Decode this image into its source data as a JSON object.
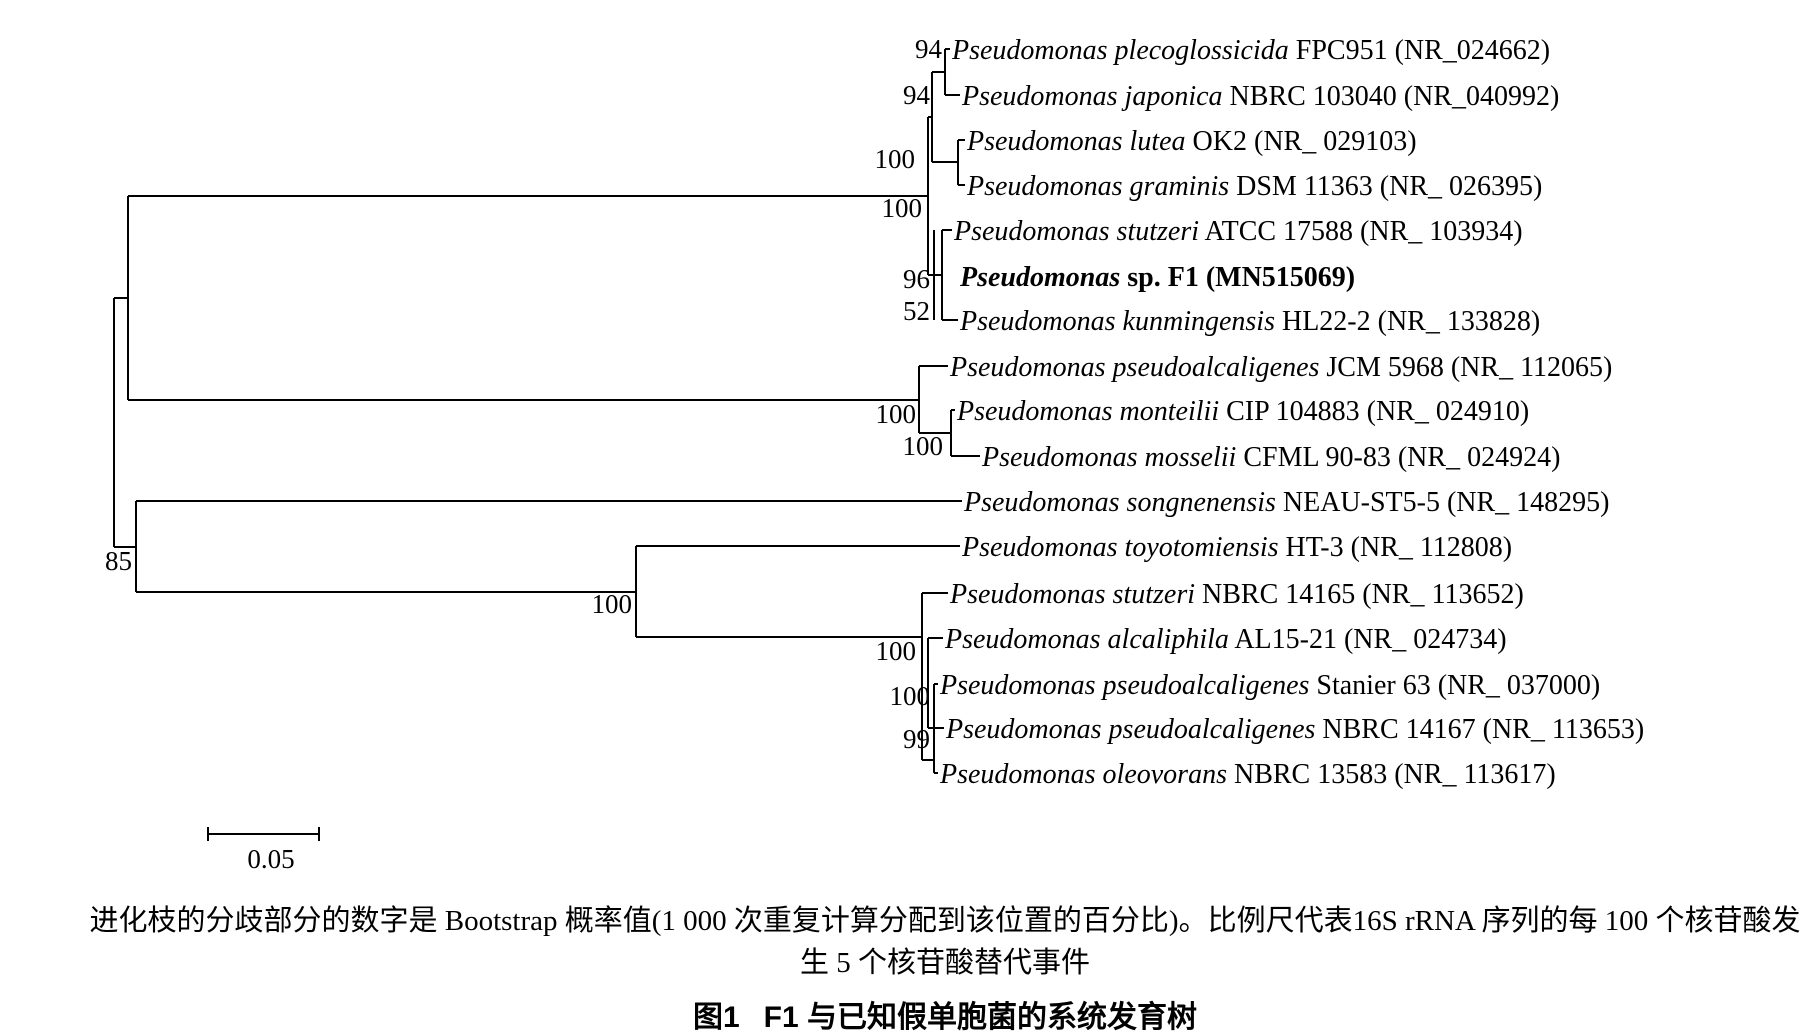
{
  "taxa": [
    {
      "genus": "Pseudomonas",
      "epithet": "plecoglossicida",
      "strain": "FPC951 (NR_024662)",
      "bold": false
    },
    {
      "genus": "Pseudomonas",
      "epithet": "japonica",
      "strain": "NBRC 103040 (NR_040992)",
      "bold": false
    },
    {
      "genus": "Pseudomonas",
      "epithet": "lutea",
      "strain": "OK2 (NR_ 029103)",
      "bold": false
    },
    {
      "genus": "Pseudomonas",
      "epithet": "graminis",
      "strain": "DSM 11363 (NR_ 026395)",
      "bold": false
    },
    {
      "genus": "Pseudomonas",
      "epithet": "stutzeri",
      "strain": "ATCC 17588 (NR_ 103934)",
      "bold": false
    },
    {
      "genus": "Pseudomonas",
      "epithet": "",
      "strain": "sp. F1 (MN515069)",
      "bold": true
    },
    {
      "genus": "Pseudomonas",
      "epithet": "kunmingensis",
      "strain": "HL22-2 (NR_ 133828)",
      "bold": false
    },
    {
      "genus": "Pseudomonas",
      "epithet": "pseudoalcaligenes",
      "strain": "JCM 5968 (NR_ 112065)",
      "bold": false
    },
    {
      "genus": "Pseudomonas",
      "epithet": "monteilii",
      "strain": "CIP 104883 (NR_ 024910)",
      "bold": false
    },
    {
      "genus": "Pseudomonas",
      "epithet": "mosselii",
      "strain": "CFML 90-83 (NR_ 024924)",
      "bold": false
    },
    {
      "genus": "Pseudomonas",
      "epithet": "songnenensis",
      "strain": "NEAU-ST5-5 (NR_ 148295)",
      "bold": false
    },
    {
      "genus": "Pseudomonas",
      "epithet": "toyotomiensis",
      "strain": "HT-3 (NR_ 112808)",
      "bold": false
    },
    {
      "genus": "Pseudomonas",
      "epithet": "stutzeri",
      "strain": "NBRC 14165 (NR_ 113652)",
      "bold": false
    },
    {
      "genus": "Pseudomonas",
      "epithet": "alcaliphila",
      "strain": "AL15-21 (NR_ 024734)",
      "bold": false
    },
    {
      "genus": "Pseudomonas",
      "epithet": "pseudoalcaligenes",
      "strain": "Stanier 63 (NR_ 037000)",
      "bold": false
    },
    {
      "genus": "Pseudomonas",
      "epithet": "pseudoalcaligenes",
      "strain": "NBRC 14167 (NR_ 113653)",
      "bold": false
    },
    {
      "genus": "Pseudomonas",
      "epithet": "oleovorans",
      "strain": "NBRC 13583 (NR_ 113617)",
      "bold": false
    }
  ],
  "bootstrap_values": [
    "94",
    "94",
    "100",
    "100",
    "96",
    "52",
    "100",
    "100",
    "85",
    "100",
    "100",
    "100",
    "99"
  ],
  "scale_bar": {
    "label": "0.05"
  },
  "note": "进化枝的分歧部分的数字是 Bootstrap 概率值(1 000 次重复计算分配到该位置的百分比)。比例尺代表16S rRNA 序列的每 100 个核苷酸发生 5 个核苷酸替代事件",
  "figure": {
    "number": "图1",
    "title": "F1 与已知假单胞菌的系统发育树"
  }
}
